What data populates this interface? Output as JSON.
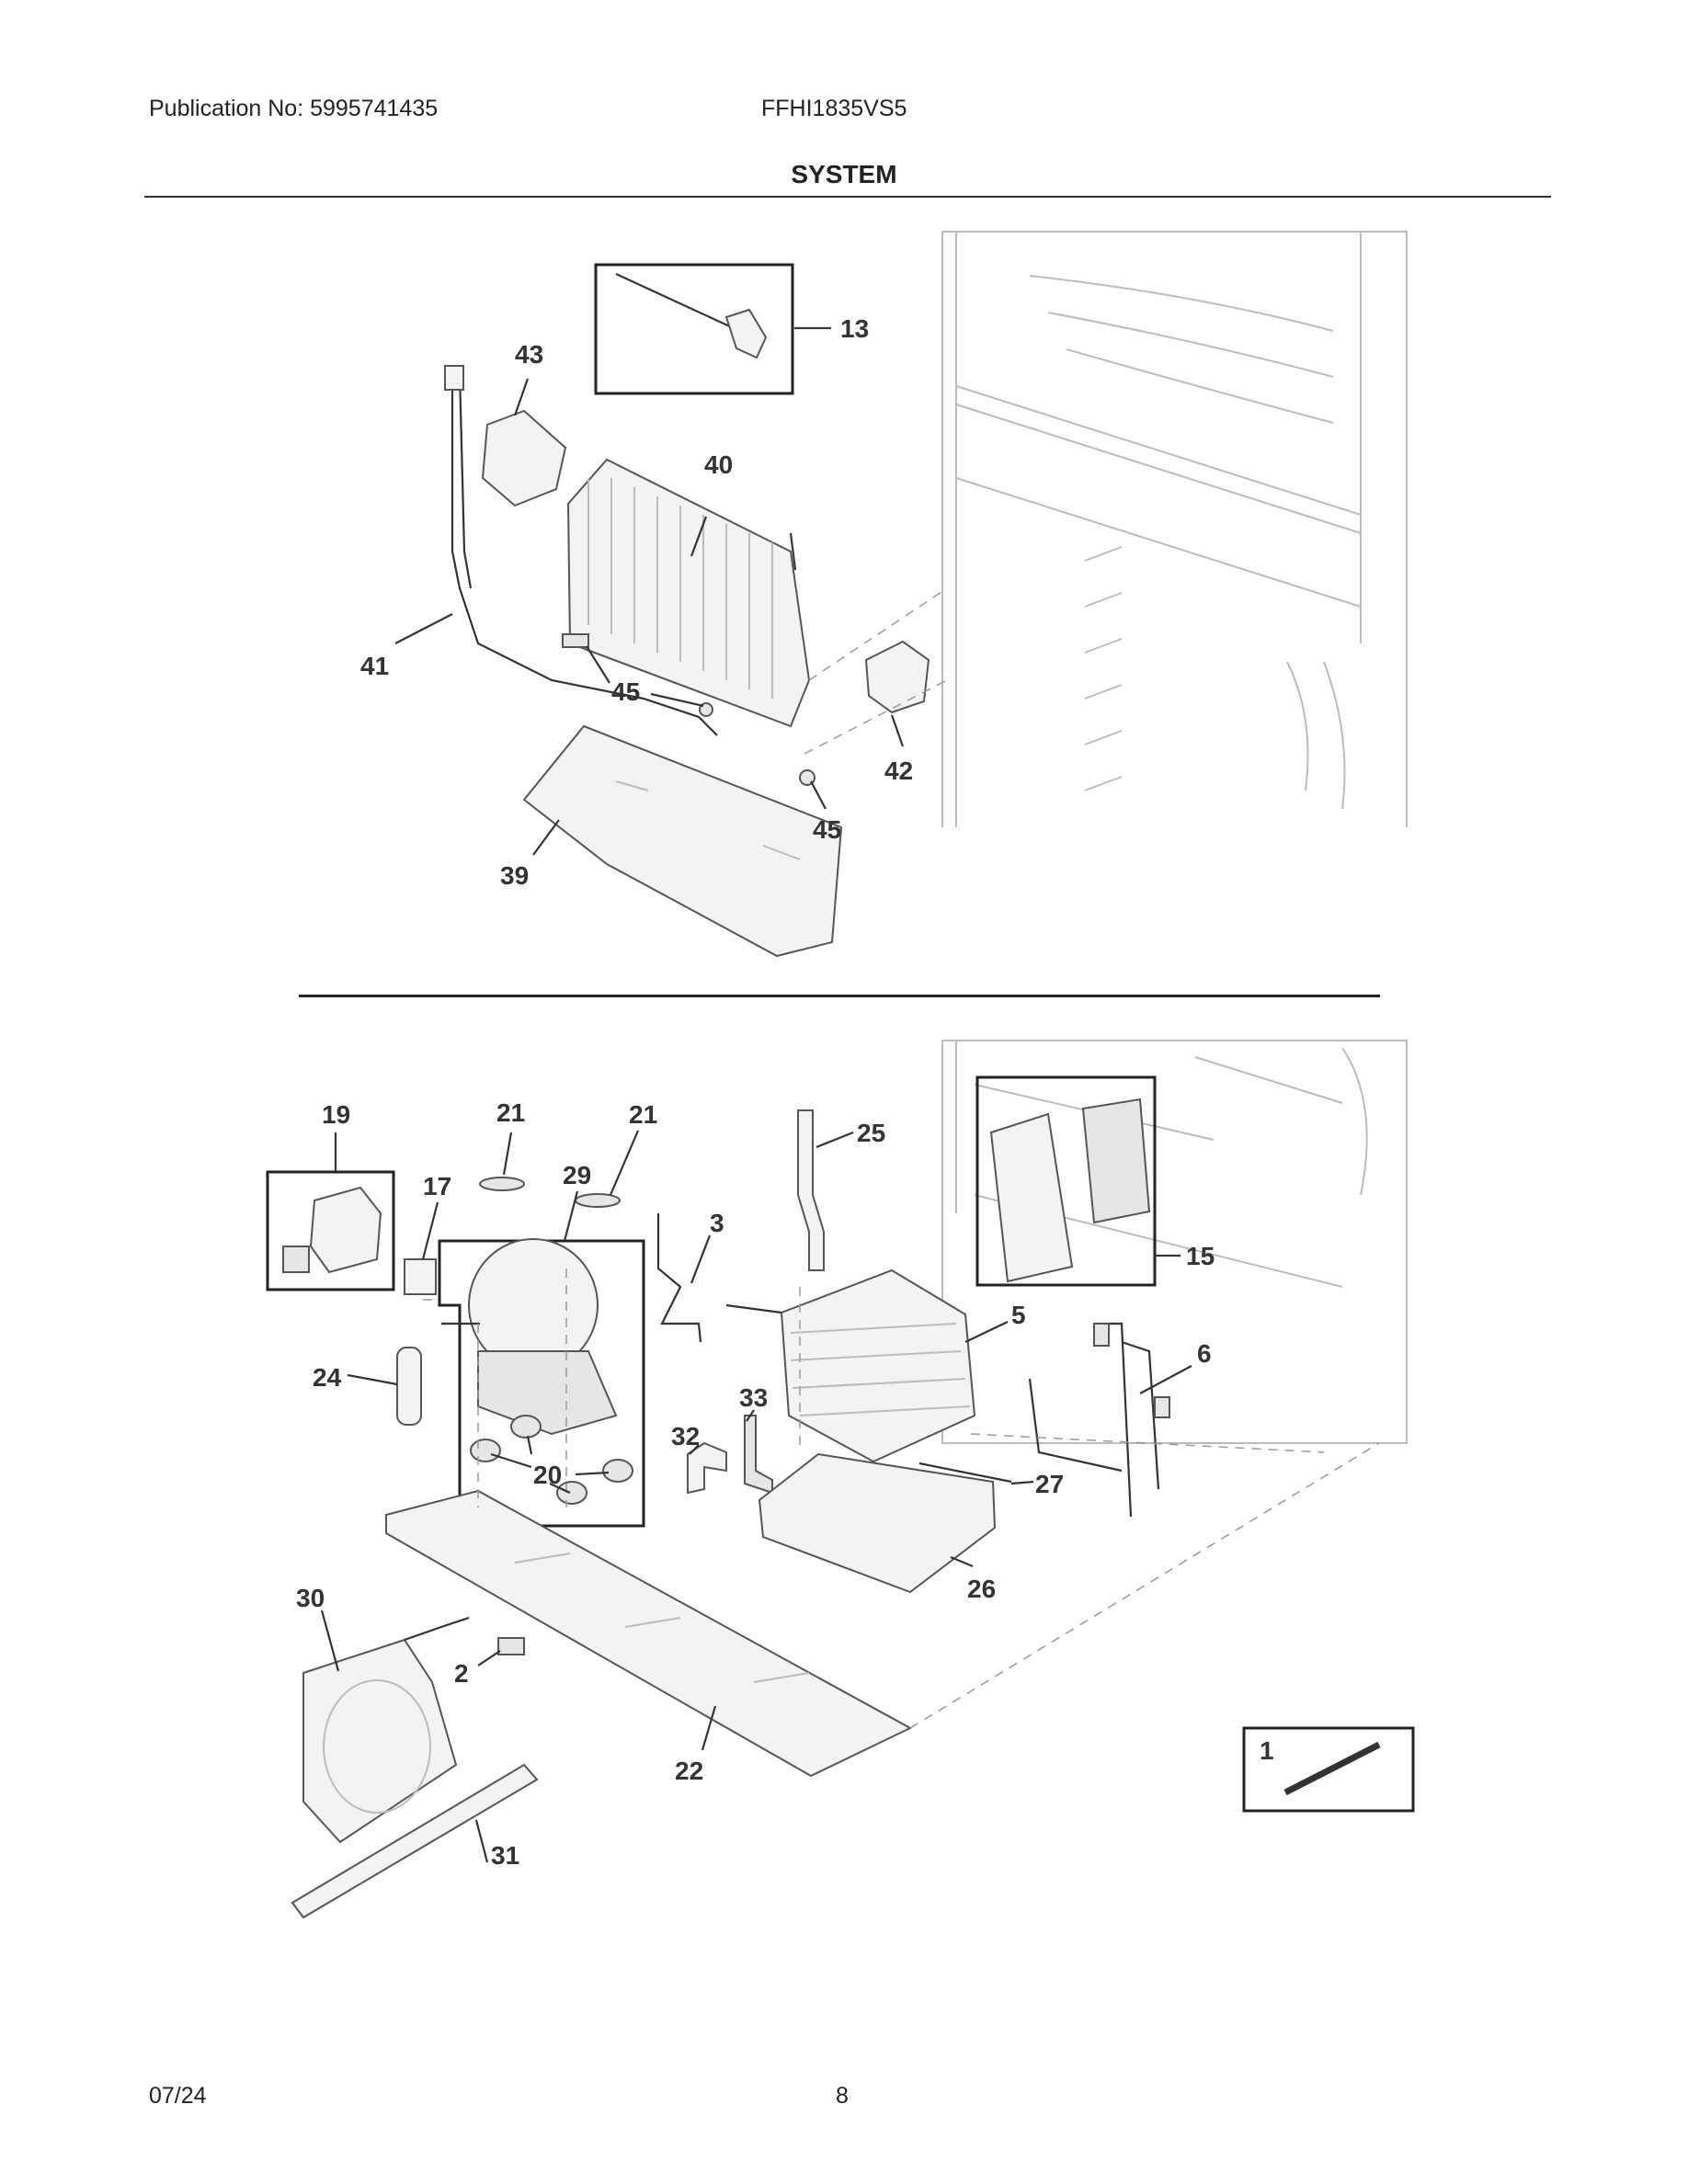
{
  "header": {
    "publication": "Publication No: 5995741435",
    "model": "FFHI1835VS5",
    "section_title": "SYSTEM"
  },
  "footer": {
    "date": "07/24",
    "page_number": "8"
  },
  "callouts": {
    "c13": "13",
    "c43": "43",
    "c40": "40",
    "c41": "41",
    "c45a": "45",
    "c45b": "45",
    "c42": "42",
    "c39": "39",
    "c19": "19",
    "c21a": "21",
    "c21b": "21",
    "c29": "29",
    "c17": "17",
    "c3": "3",
    "c25": "25",
    "c15": "15",
    "c5": "5",
    "c6": "6",
    "c24": "24",
    "c32": "32",
    "c33": "33",
    "c20": "20",
    "c27": "27",
    "c26": "26",
    "c30": "30",
    "c2": "2",
    "c22": "22",
    "c31": "31",
    "c1": "1"
  }
}
